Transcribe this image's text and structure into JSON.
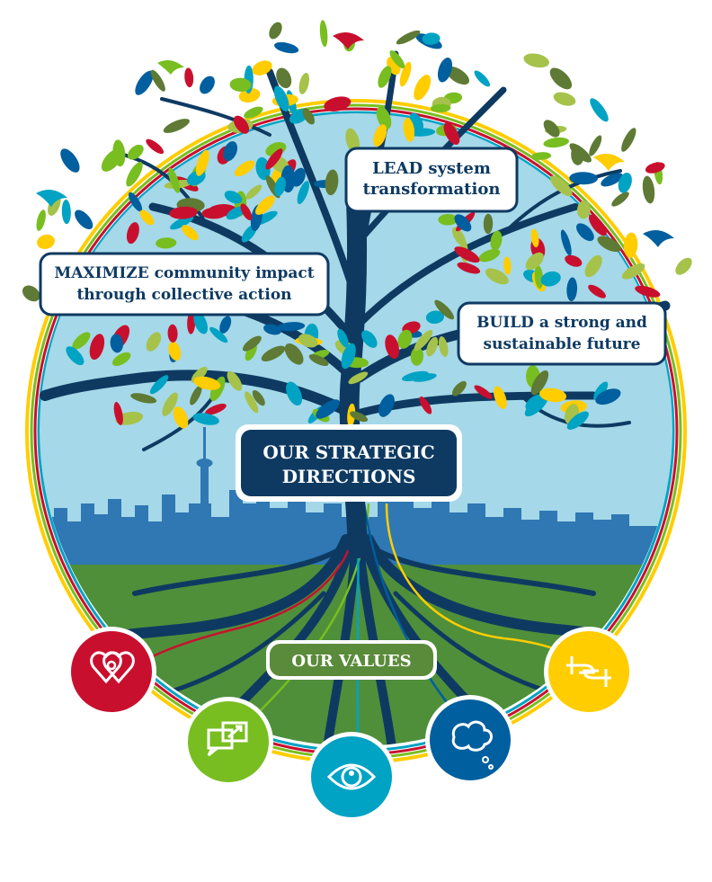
{
  "labels": {
    "lead": [
      "LEAD system",
      "transformation"
    ],
    "maximize": [
      "MAXIMIZE community impact",
      "through collective action"
    ],
    "build": [
      "BUILD a strong and",
      "sustainable future"
    ],
    "strategic": [
      "OUR STRATEGIC",
      "DIRECTIONS"
    ],
    "values": "OUR VALUES"
  },
  "value_icons": [
    {
      "icon": "heart-location-icon",
      "color": "#c8102e"
    },
    {
      "icon": "chat-arrow-icon",
      "color": "#78be20"
    },
    {
      "icon": "eye-person-icon",
      "color": "#00a3c4"
    },
    {
      "icon": "thought-cloud-icon",
      "color": "#005f9e"
    },
    {
      "icon": "helping-hands-icon",
      "color": "#ffcd00"
    }
  ],
  "colors": {
    "navy": "#0e3a62",
    "sky": "#a5d8e8",
    "skyline": "#2f78b4",
    "grass": "#4f8f3a",
    "red": "#c8102e",
    "green": "#78be20",
    "teal": "#00a3c4",
    "blue": "#005f9e",
    "yellow": "#ffcd00",
    "olive": "#5e7a34",
    "value_badge": "#5a8b3a"
  }
}
